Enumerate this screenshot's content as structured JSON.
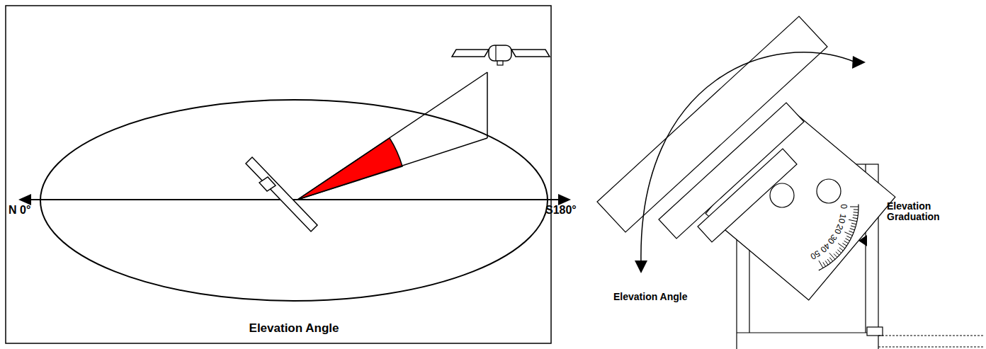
{
  "diagram": {
    "labels": [
      "N 0°",
      "S180°",
      "Elevation Angle",
      "Elevation Angle",
      "Elevation Graduation",
      "0",
      "10",
      "20",
      "30",
      "40",
      "50"
    ]
  }
}
